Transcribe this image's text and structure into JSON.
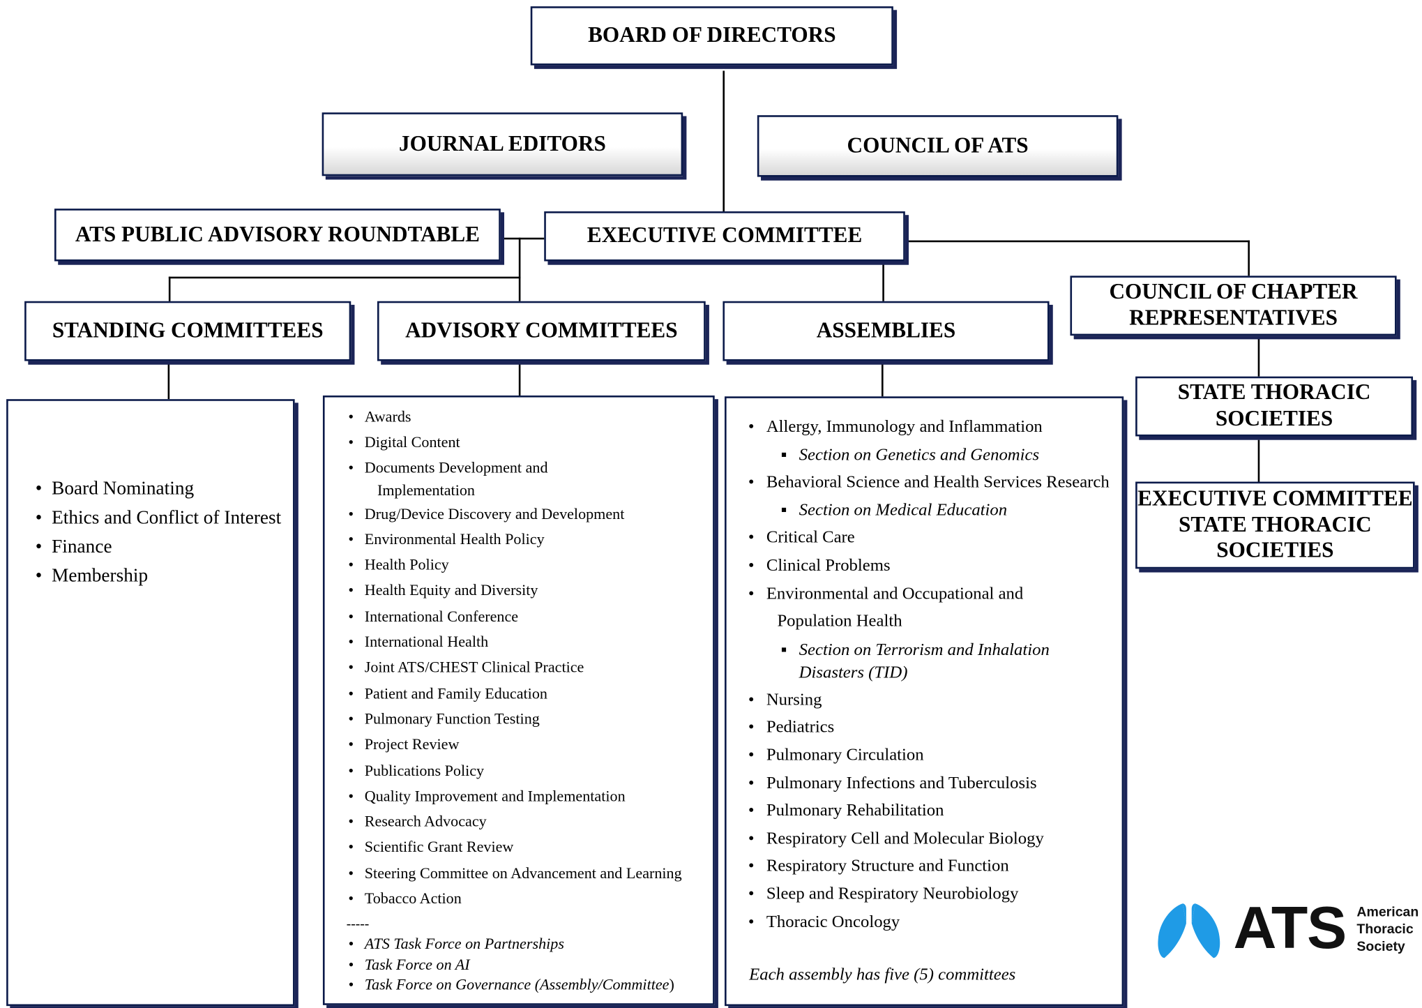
{
  "board": "BOARD OF DIRECTORS",
  "journal": "JOURNAL EDITORS",
  "council_ats": "COUNCIL OF ATS",
  "roundtable": "ATS PUBLIC ADVISORY ROUNDTABLE",
  "executive": "EXECUTIVE COMMITTEE",
  "standing": {
    "title": "STANDING COMMITTEES",
    "items": [
      "Board Nominating",
      "Ethics and Conflict of Interest",
      "Finance",
      "Membership"
    ]
  },
  "advisory": {
    "title": "ADVISORY COMMITTEES",
    "items": [
      "Awards",
      "Digital Content",
      "Documents Development and",
      "Implementation",
      "Drug/Device Discovery and  Development",
      "Environmental Health Policy",
      "Health Policy",
      "Health Equity and Diversity",
      "International Conference",
      "International Health",
      "Joint ATS/CHEST Clinical Practice",
      "Patient and Family Education",
      "Pulmonary Function Testing",
      "Project Review",
      "Publications Policy",
      "Quality Improvement and Implementation",
      "Research Advocacy",
      "Scientific Grant Review",
      "Steering Committee on Advancement and Learning",
      "Tobacco Action"
    ],
    "separator": "-----",
    "task_forces": [
      "ATS Task Force on Partnerships",
      "Task Force on AI",
      "Task Force on Governance (Assembly/Committee",
      ")"
    ]
  },
  "assemblies": {
    "title": "ASSEMBLIES",
    "items": [
      "Allergy, Immunology and Inflammation",
      "Section on Genetics and Genomics",
      "Behavioral Science and Health Services Research",
      "Section on Medical Education",
      "Critical Care",
      "Clinical Problems",
      "Environmental and Occupational and",
      "Population Health",
      "Section on Terrorism and  Inhalation",
      "Disasters (TID)",
      "Nursing",
      "Pediatrics",
      "Pulmonary Circulation",
      "Pulmonary Infections and Tuberculosis",
      "Pulmonary Rehabilitation",
      "Respiratory Cell and Molecular Biology",
      "Respiratory Structure and Function",
      "Sleep and Respiratory Neurobiology",
      "Thoracic Oncology"
    ],
    "footnote": "Each assembly has five (5) committees"
  },
  "chapter_council": {
    "line1": "COUNCIL OF CHAPTER",
    "line2": "REPRESENTATIVES"
  },
  "state_societies": {
    "line1": "STATE THORACIC",
    "line2": "SOCIETIES"
  },
  "exec_state": {
    "line1": "EXECUTIVE COMMITTEE",
    "line2": "STATE THORACIC",
    "line3": "SOCIETIES"
  },
  "logo": {
    "wordmark": "ATS",
    "line1": "American",
    "line2": "Thoracic",
    "line3": "Society",
    "color_blue": "#1f9be6",
    "color_text": "#111111"
  },
  "colors": {
    "border": "#0b1a4a",
    "shadow": "#1b2457"
  }
}
